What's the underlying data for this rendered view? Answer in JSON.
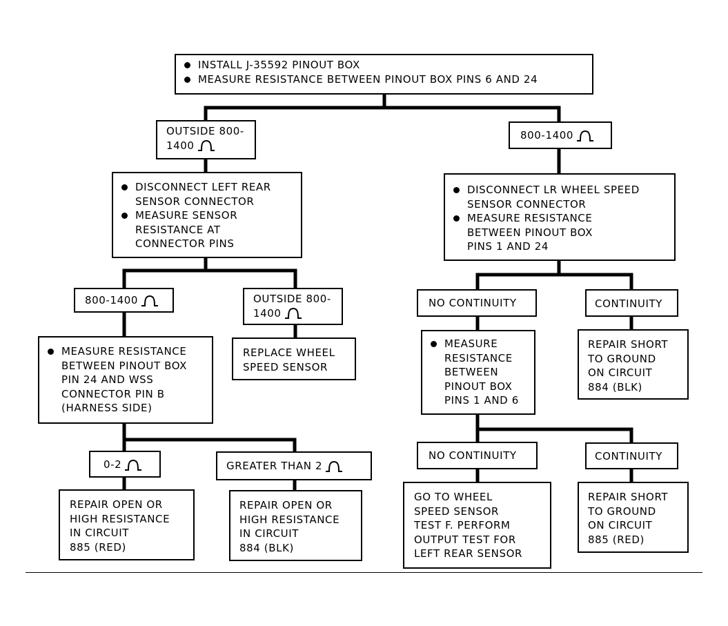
{
  "top": {
    "lines": [
      "INSTALL J-35592 PINOUT BOX",
      "MEASURE RESISTANCE BETWEEN PINOUT BOX PINS 6 AND 24"
    ]
  },
  "left": {
    "condition": [
      "OUTSIDE 800-",
      "1400"
    ],
    "step": [
      "DISCONNECT LEFT REAR",
      "SENSOR CONNECTOR",
      "MEASURE SENSOR",
      "RESISTANCE AT",
      "CONNECTOR PINS"
    ],
    "cond_in_range": "800-1400",
    "cond_out_range": [
      "OUTSIDE 800-",
      "1400"
    ],
    "replace": [
      "REPLACE WHEEL",
      "SPEED SENSOR"
    ],
    "measure2": [
      "MEASURE RESISTANCE",
      "BETWEEN PINOUT BOX",
      "PIN 24 AND WSS",
      "CONNECTOR PIN B",
      "(HARNESS SIDE)"
    ],
    "cond_low": "0-2",
    "cond_high": "GREATER THAN 2",
    "repair_red": [
      "REPAIR OPEN OR",
      "HIGH RESISTANCE",
      "IN CIRCUIT",
      "885 (RED)"
    ],
    "repair_blk": [
      "REPAIR OPEN OR",
      "HIGH RESISTANCE",
      "IN CIRCUIT",
      "884 (BLK)"
    ]
  },
  "right": {
    "condition": "800-1400",
    "step": [
      "DISCONNECT LR WHEEL SPEED",
      "SENSOR CONNECTOR",
      "MEASURE RESISTANCE",
      "BETWEEN PINOUT BOX",
      "PINS 1 AND 24"
    ],
    "no_cont_1": "NO CONTINUITY",
    "cont_1": "CONTINUITY",
    "measure2": [
      "MEASURE",
      "RESISTANCE",
      "BETWEEN",
      "PINOUT BOX",
      "PINS 1 AND 6"
    ],
    "short_blk": [
      "REPAIR SHORT",
      "TO GROUND",
      "ON CIRCUIT",
      "884 (BLK)"
    ],
    "no_cont_2": "NO CONTINUITY",
    "cont_2": "CONTINUITY",
    "goto": [
      "GO TO WHEEL",
      "SPEED SENSOR",
      "TEST F. PERFORM",
      "OUTPUT TEST FOR",
      "LEFT REAR SENSOR"
    ],
    "short_red": [
      "REPAIR SHORT",
      "TO GROUND",
      "ON CIRCUIT",
      "885 (RED)"
    ]
  },
  "icons": {
    "ohm": "ohm-symbol-icon",
    "bullet": "bullet-dot-icon"
  }
}
